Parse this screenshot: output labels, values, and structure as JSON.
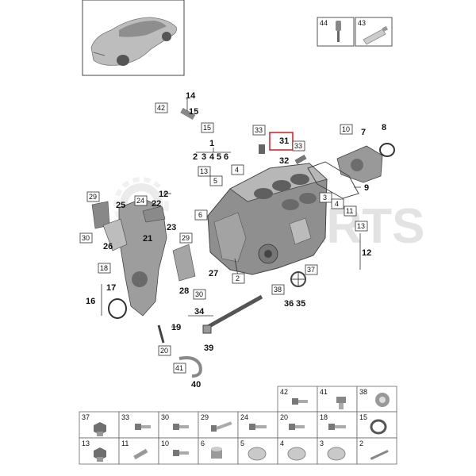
{
  "watermark": "PARTS",
  "top_legend": [
    {
      "num": "44",
      "icon": "screwdriver-icon"
    },
    {
      "num": "43",
      "icon": "sealant-tube-icon"
    }
  ],
  "callouts": {
    "c1": "1",
    "c2": "2",
    "c3": "3",
    "c4": "4",
    "c5": "5",
    "c6": "6",
    "c7": "7",
    "c8": "8",
    "c9": "9",
    "c12a": "12",
    "c12b": "12",
    "c14": "14",
    "c15": "15",
    "c16": "16",
    "c17": "17",
    "c19": "19",
    "c21": "21",
    "c22": "22",
    "c23": "23",
    "c25": "25",
    "c26": "26",
    "c27": "27",
    "c28": "28",
    "c31": "31",
    "c32": "32",
    "c34": "34",
    "c35": "35",
    "c36": "36",
    "c39": "39",
    "c40": "40"
  },
  "boxed_refs": {
    "b42": "42",
    "b15": "15",
    "b33a": "33",
    "b33b": "33",
    "b10": "10",
    "b4": "4",
    "b13a": "13",
    "b5": "5",
    "b29a": "29",
    "b24": "24",
    "b6": "6",
    "b3": "3",
    "b4b": "4",
    "b11": "11",
    "b13b": "13",
    "b30a": "30",
    "b29b": "29",
    "b18": "18",
    "b30b": "30",
    "b2": "2",
    "b37": "37",
    "b38": "38",
    "b20": "20",
    "b41": "41"
  },
  "bottom_table": [
    {
      "num": "42",
      "icon": "bolt-short-icon"
    },
    {
      "num": "41",
      "icon": "bolt-flange-icon"
    },
    {
      "num": "38",
      "icon": "sleeve-icon"
    },
    {
      "num": "37",
      "icon": "hex-bolt-icon"
    },
    {
      "num": "33",
      "icon": "bolt-icon"
    },
    {
      "num": "30",
      "icon": "bolt-icon"
    },
    {
      "num": "29",
      "icon": "long-bolt-icon"
    },
    {
      "num": "24",
      "icon": "bolt-icon"
    },
    {
      "num": "20",
      "icon": "bolt-icon"
    },
    {
      "num": "18",
      "icon": "bolt-icon"
    },
    {
      "num": "15",
      "icon": "seal-ring-icon"
    },
    {
      "num": "13",
      "icon": "hex-bolt-icon"
    },
    {
      "num": "11",
      "icon": "pin-icon"
    },
    {
      "num": "10",
      "icon": "bolt-icon"
    },
    {
      "num": "6",
      "icon": "bushing-icon"
    },
    {
      "num": "5",
      "icon": "plug-cap-icon"
    },
    {
      "num": "4",
      "icon": "plug-cap-icon"
    },
    {
      "num": "3",
      "icon": "plug-cap-icon"
    },
    {
      "num": "2",
      "icon": "stud-icon"
    }
  ]
}
